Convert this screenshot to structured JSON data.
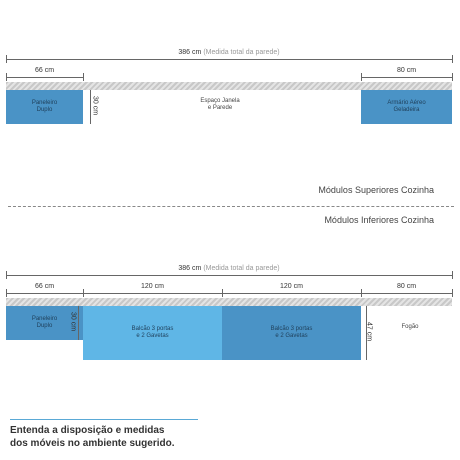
{
  "top": {
    "total": {
      "value": "386 cm",
      "note": "(Medida total da parede)"
    },
    "left_width": "66 cm",
    "right_width": "80 cm",
    "left_box": "Paneleiro\nDuplo",
    "left_gap": "30 cm",
    "middle_text": "Espaço Janela\ne Parede",
    "right_box": "Armário Aéreo\nGeladeira",
    "section_title": "Módulos Superiores Cozinha"
  },
  "bottom": {
    "section_title": "Módulos Inferiores Cozinha",
    "total": {
      "value": "386 cm",
      "note": "(Medida total da parede)"
    },
    "widths": [
      "66 cm",
      "120 cm",
      "120 cm",
      "80 cm"
    ],
    "box1": "Paneleiro\nDuplo",
    "box1_gap": "30 cm",
    "box2": "Balcão 3 portas\ne 2 Gavetas",
    "box3": "Balcão 3 portas\ne 2 Gavetas",
    "box3_gap": "47 cm",
    "stove": "Fogão"
  },
  "caption": "Entenda a disposição e medidas\ndos móveis no ambiente sugerido.",
  "colors": {
    "blue_dark": "#4a93c6",
    "blue_light": "#5fb6e6",
    "wall": "#d0d0d0"
  }
}
